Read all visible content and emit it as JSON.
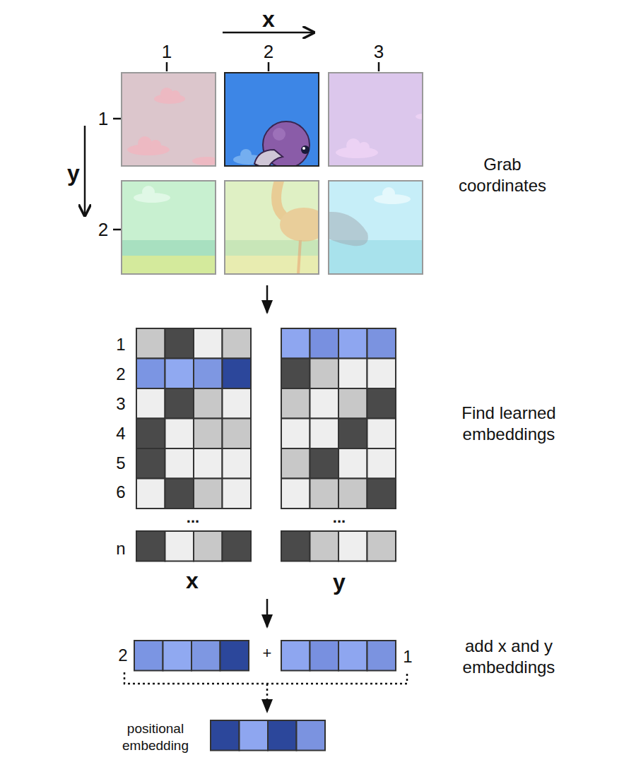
{
  "diagram": {
    "labels": [
      "x",
      "1",
      "2",
      "3",
      "1",
      "y",
      "2",
      "Grab coordinates",
      "1",
      "2",
      "3",
      "4",
      "5",
      "6",
      "Find learned embeddings",
      "...",
      "...",
      "n",
      "x",
      "y",
      "2",
      "+",
      "1",
      "add x and y embeddings",
      "positional embedding"
    ]
  }
}
